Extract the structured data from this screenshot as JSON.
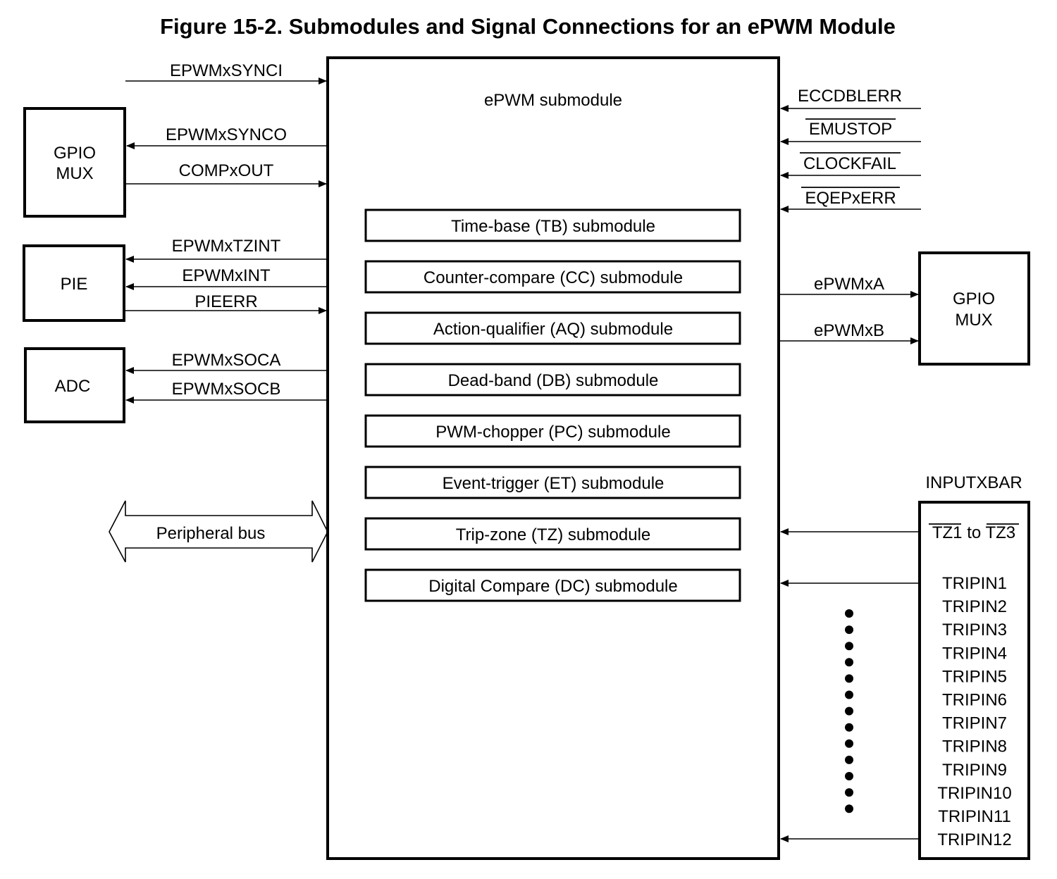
{
  "title": "Figure 15-2. Submodules and Signal Connections for an ePWM Module",
  "epwm": {
    "label": "ePWM submodule",
    "submodules": [
      "Time-base (TB) submodule",
      "Counter-compare (CC) submodule",
      "Action-qualifier (AQ) submodule",
      "Dead-band (DB) submodule",
      "PWM-chopper (PC) submodule",
      "Event-trigger (ET) submodule",
      "Trip-zone (TZ) submodule",
      "Digital Compare (DC) submodule"
    ]
  },
  "left": {
    "synci": "EPWMxSYNCI",
    "gpio_mux": {
      "line1": "GPIO",
      "line2": "MUX",
      "synco": "EPWMxSYNCO",
      "compout": "COMPxOUT"
    },
    "pie": {
      "label": "PIE",
      "tzint": "EPWMxTZINT",
      "int": "EPWMxINT",
      "pieerr": "PIEERR"
    },
    "adc": {
      "label": "ADC",
      "soca": "EPWMxSOCA",
      "socb": "EPWMxSOCB"
    },
    "bus": "Peripheral bus"
  },
  "right": {
    "eccdblerr": "ECCDBLERR",
    "emustop": "EMUSTOP",
    "clockfail": "CLOCKFAIL",
    "eqepxerr": "EQEPxERR",
    "gpio_mux": {
      "line1": "GPIO",
      "line2": "MUX",
      "epwmxa": "ePWMxA",
      "epwmxb": "ePWMxB"
    },
    "inputxbar": {
      "label": "INPUTXBAR",
      "tz1": "TZ1",
      "to": " to ",
      "tz3": "TZ3",
      "tripins": [
        "TRIPIN1",
        "TRIPIN2",
        "TRIPIN3",
        "TRIPIN4",
        "TRIPIN5",
        "TRIPIN6",
        "TRIPIN7",
        "TRIPIN8",
        "TRIPIN9",
        "TRIPIN10",
        "TRIPIN11",
        "TRIPIN12"
      ]
    }
  }
}
